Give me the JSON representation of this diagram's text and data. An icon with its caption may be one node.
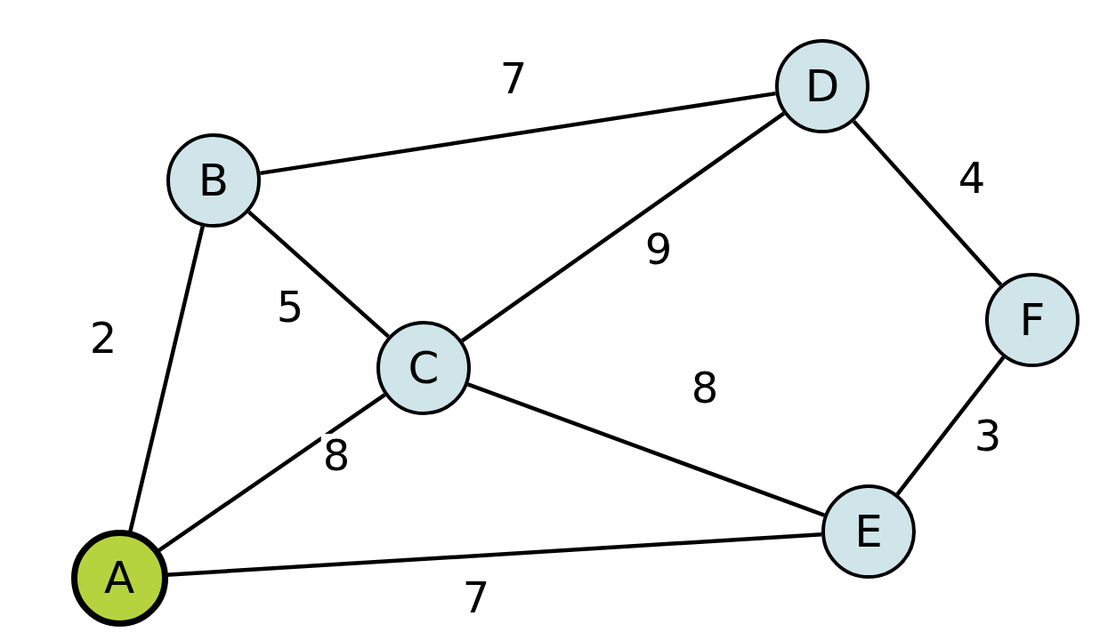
{
  "diagram": {
    "nodes": [
      {
        "text": [
          "A"
        ]
      },
      {
        "text": [
          "B"
        ]
      },
      {
        "text": [
          "C"
        ]
      },
      {
        "text": [
          "D"
        ]
      },
      {
        "text": [
          "E"
        ]
      },
      {
        "text": [
          "F"
        ]
      }
    ],
    "edges": [
      {
        "from": 0,
        "to": 1,
        "arrow": "none",
        "label": "2"
      },
      {
        "from": 1,
        "to": 3,
        "arrow": "none",
        "label": "7"
      },
      {
        "from": 1,
        "to": 2,
        "arrow": "none",
        "label": "5"
      },
      {
        "from": 2,
        "to": 3,
        "arrow": "none",
        "label": "9"
      },
      {
        "from": 0,
        "to": 2,
        "arrow": "none",
        "label": "8"
      },
      {
        "from": 2,
        "to": 4,
        "arrow": "none",
        "label": "8"
      },
      {
        "from": 0,
        "to": 4,
        "arrow": "none",
        "label": "7"
      },
      {
        "from": 3,
        "to": 5,
        "arrow": "none",
        "label": "4"
      },
      {
        "from": 4,
        "to": 5,
        "arrow": "none",
        "label": "3"
      }
    ]
  }
}
